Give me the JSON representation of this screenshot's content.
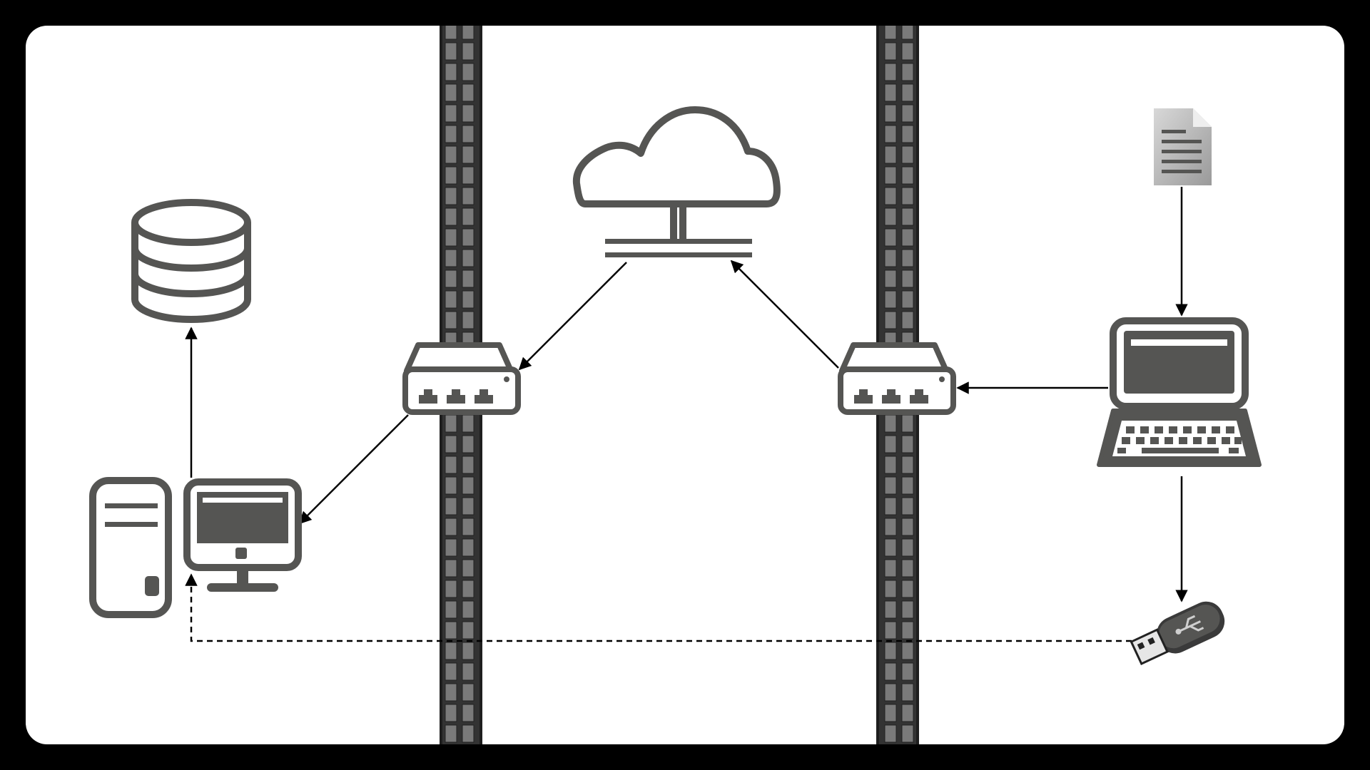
{
  "colors": {
    "frame": "#000000",
    "canvas": "#ffffff",
    "icon": "#555553",
    "wall_brick": "#7a7a7a",
    "wall_mortar": "#333333",
    "connector": "#000000"
  },
  "nodes": [
    {
      "id": "database",
      "icon": "database-icon"
    },
    {
      "id": "desktop-workstation",
      "icon": "desktop-computer-icon"
    },
    {
      "id": "left-router",
      "icon": "router-icon"
    },
    {
      "id": "cloud-network",
      "icon": "cloud-network-icon"
    },
    {
      "id": "right-router",
      "icon": "router-icon"
    },
    {
      "id": "laptop",
      "icon": "laptop-icon"
    },
    {
      "id": "document",
      "icon": "document-icon"
    },
    {
      "id": "usb-drive",
      "icon": "usb-drive-icon"
    }
  ],
  "walls": [
    {
      "id": "left-firewall",
      "icon": "firewall-icon"
    },
    {
      "id": "right-firewall",
      "icon": "firewall-icon"
    }
  ],
  "edges": [
    {
      "from": "document",
      "to": "laptop",
      "style": "solid"
    },
    {
      "from": "laptop",
      "to": "right-router",
      "style": "solid"
    },
    {
      "from": "right-router",
      "to": "cloud-network",
      "style": "solid"
    },
    {
      "from": "cloud-network",
      "to": "left-router",
      "style": "solid"
    },
    {
      "from": "left-router",
      "to": "desktop-workstation",
      "style": "solid"
    },
    {
      "from": "desktop-workstation",
      "to": "database",
      "style": "solid"
    },
    {
      "from": "laptop",
      "to": "usb-drive",
      "style": "solid"
    },
    {
      "from": "usb-drive",
      "to": "desktop-workstation",
      "style": "dashed"
    }
  ]
}
